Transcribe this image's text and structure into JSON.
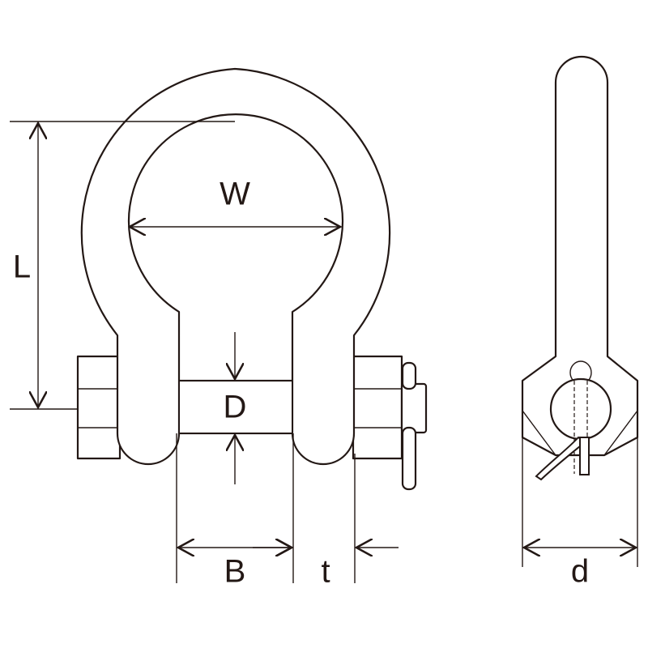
{
  "labels": {
    "length": "L",
    "width": "W",
    "pin_diameter": "D",
    "body_diameter": "B",
    "thickness": "t",
    "eye_diameter": "d"
  },
  "colors": {
    "line": "#231815",
    "background": "#ffffff"
  }
}
